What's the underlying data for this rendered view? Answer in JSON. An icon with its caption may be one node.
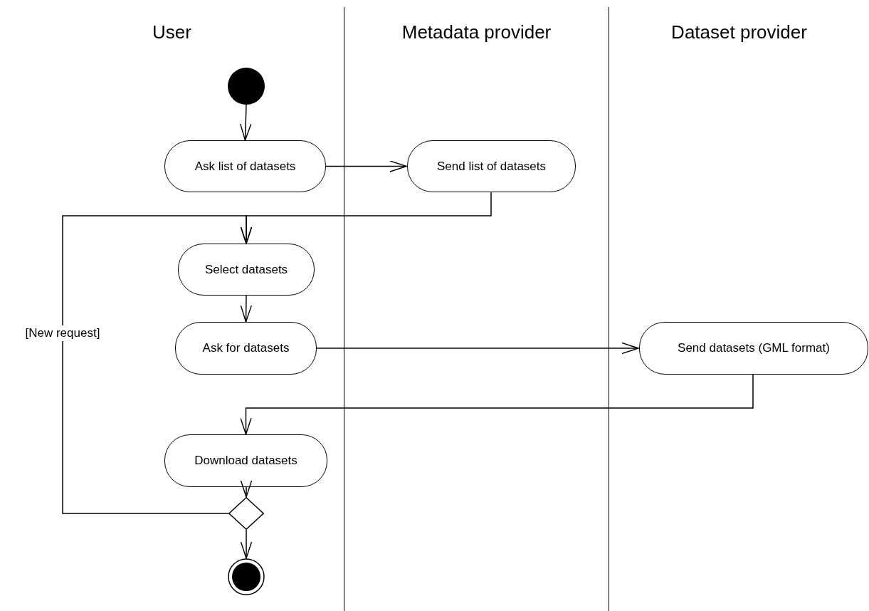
{
  "diagram": {
    "nodes": [
      {
        "text": [
          "User"
        ]
      },
      {
        "text": [
          "Metadata provider"
        ]
      },
      {
        "text": [
          "Dataset provider"
        ]
      },
      {
        "text": [],
        "shape": "circle",
        "in": 0
      },
      {
        "text": [
          "Ask list of datasets"
        ],
        "in": 0
      },
      {
        "text": [
          "Send list of datasets"
        ],
        "in": 1
      },
      {
        "text": [
          "Select datasets"
        ],
        "in": 0
      },
      {
        "text": [
          "Ask for datasets"
        ],
        "in": 0
      },
      {
        "text": [
          "Send datasets (GML format)"
        ],
        "in": 2
      },
      {
        "text": [
          "Download datasets"
        ],
        "in": 0
      },
      {
        "text": [],
        "shape": "diamond",
        "in": 0
      },
      {
        "text": [],
        "shape": "circle",
        "in": 0
      }
    ],
    "edges": [
      {
        "from": 3,
        "to": 4,
        "arrow": "to"
      },
      {
        "from": 4,
        "to": 5,
        "arrow": "to"
      },
      {
        "from": 5,
        "to": 6,
        "arrow": "to"
      },
      {
        "from": 6,
        "to": 7,
        "arrow": "to"
      },
      {
        "from": 7,
        "to": 8,
        "arrow": "to"
      },
      {
        "from": 8,
        "to": 9,
        "arrow": "to"
      },
      {
        "from": 9,
        "to": 10,
        "arrow": "to"
      },
      {
        "from": 10,
        "to": 11,
        "arrow": "to"
      },
      {
        "from": 10,
        "to": 6,
        "arrow": "to",
        "label": "[New request]"
      }
    ]
  }
}
